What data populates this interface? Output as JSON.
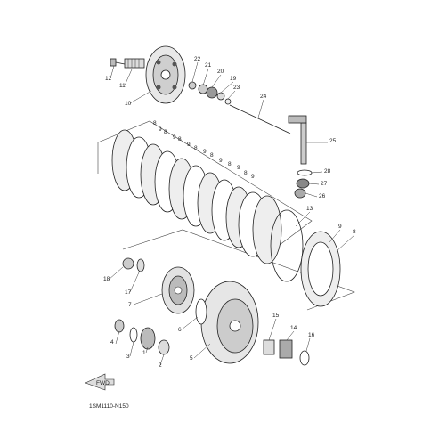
{
  "diagram": {
    "code": "1SM1110-N150",
    "front_label": "FWD",
    "callouts": {
      "c1": "1",
      "c2": "2",
      "c3": "3",
      "c4": "4",
      "c5": "5",
      "c6": "6",
      "c7": "7",
      "c8": "8",
      "c9": "9",
      "c10": "10",
      "c11": "11",
      "c12": "12",
      "c13": "13",
      "c14": "14",
      "c15": "15",
      "c16": "16",
      "c17": "17",
      "c18": "18",
      "c19": "19",
      "c20": "20",
      "c21": "21",
      "c22": "22",
      "c23": "23",
      "c24": "24",
      "c25": "25",
      "c26": "26",
      "c27": "27",
      "c28": "28"
    }
  }
}
